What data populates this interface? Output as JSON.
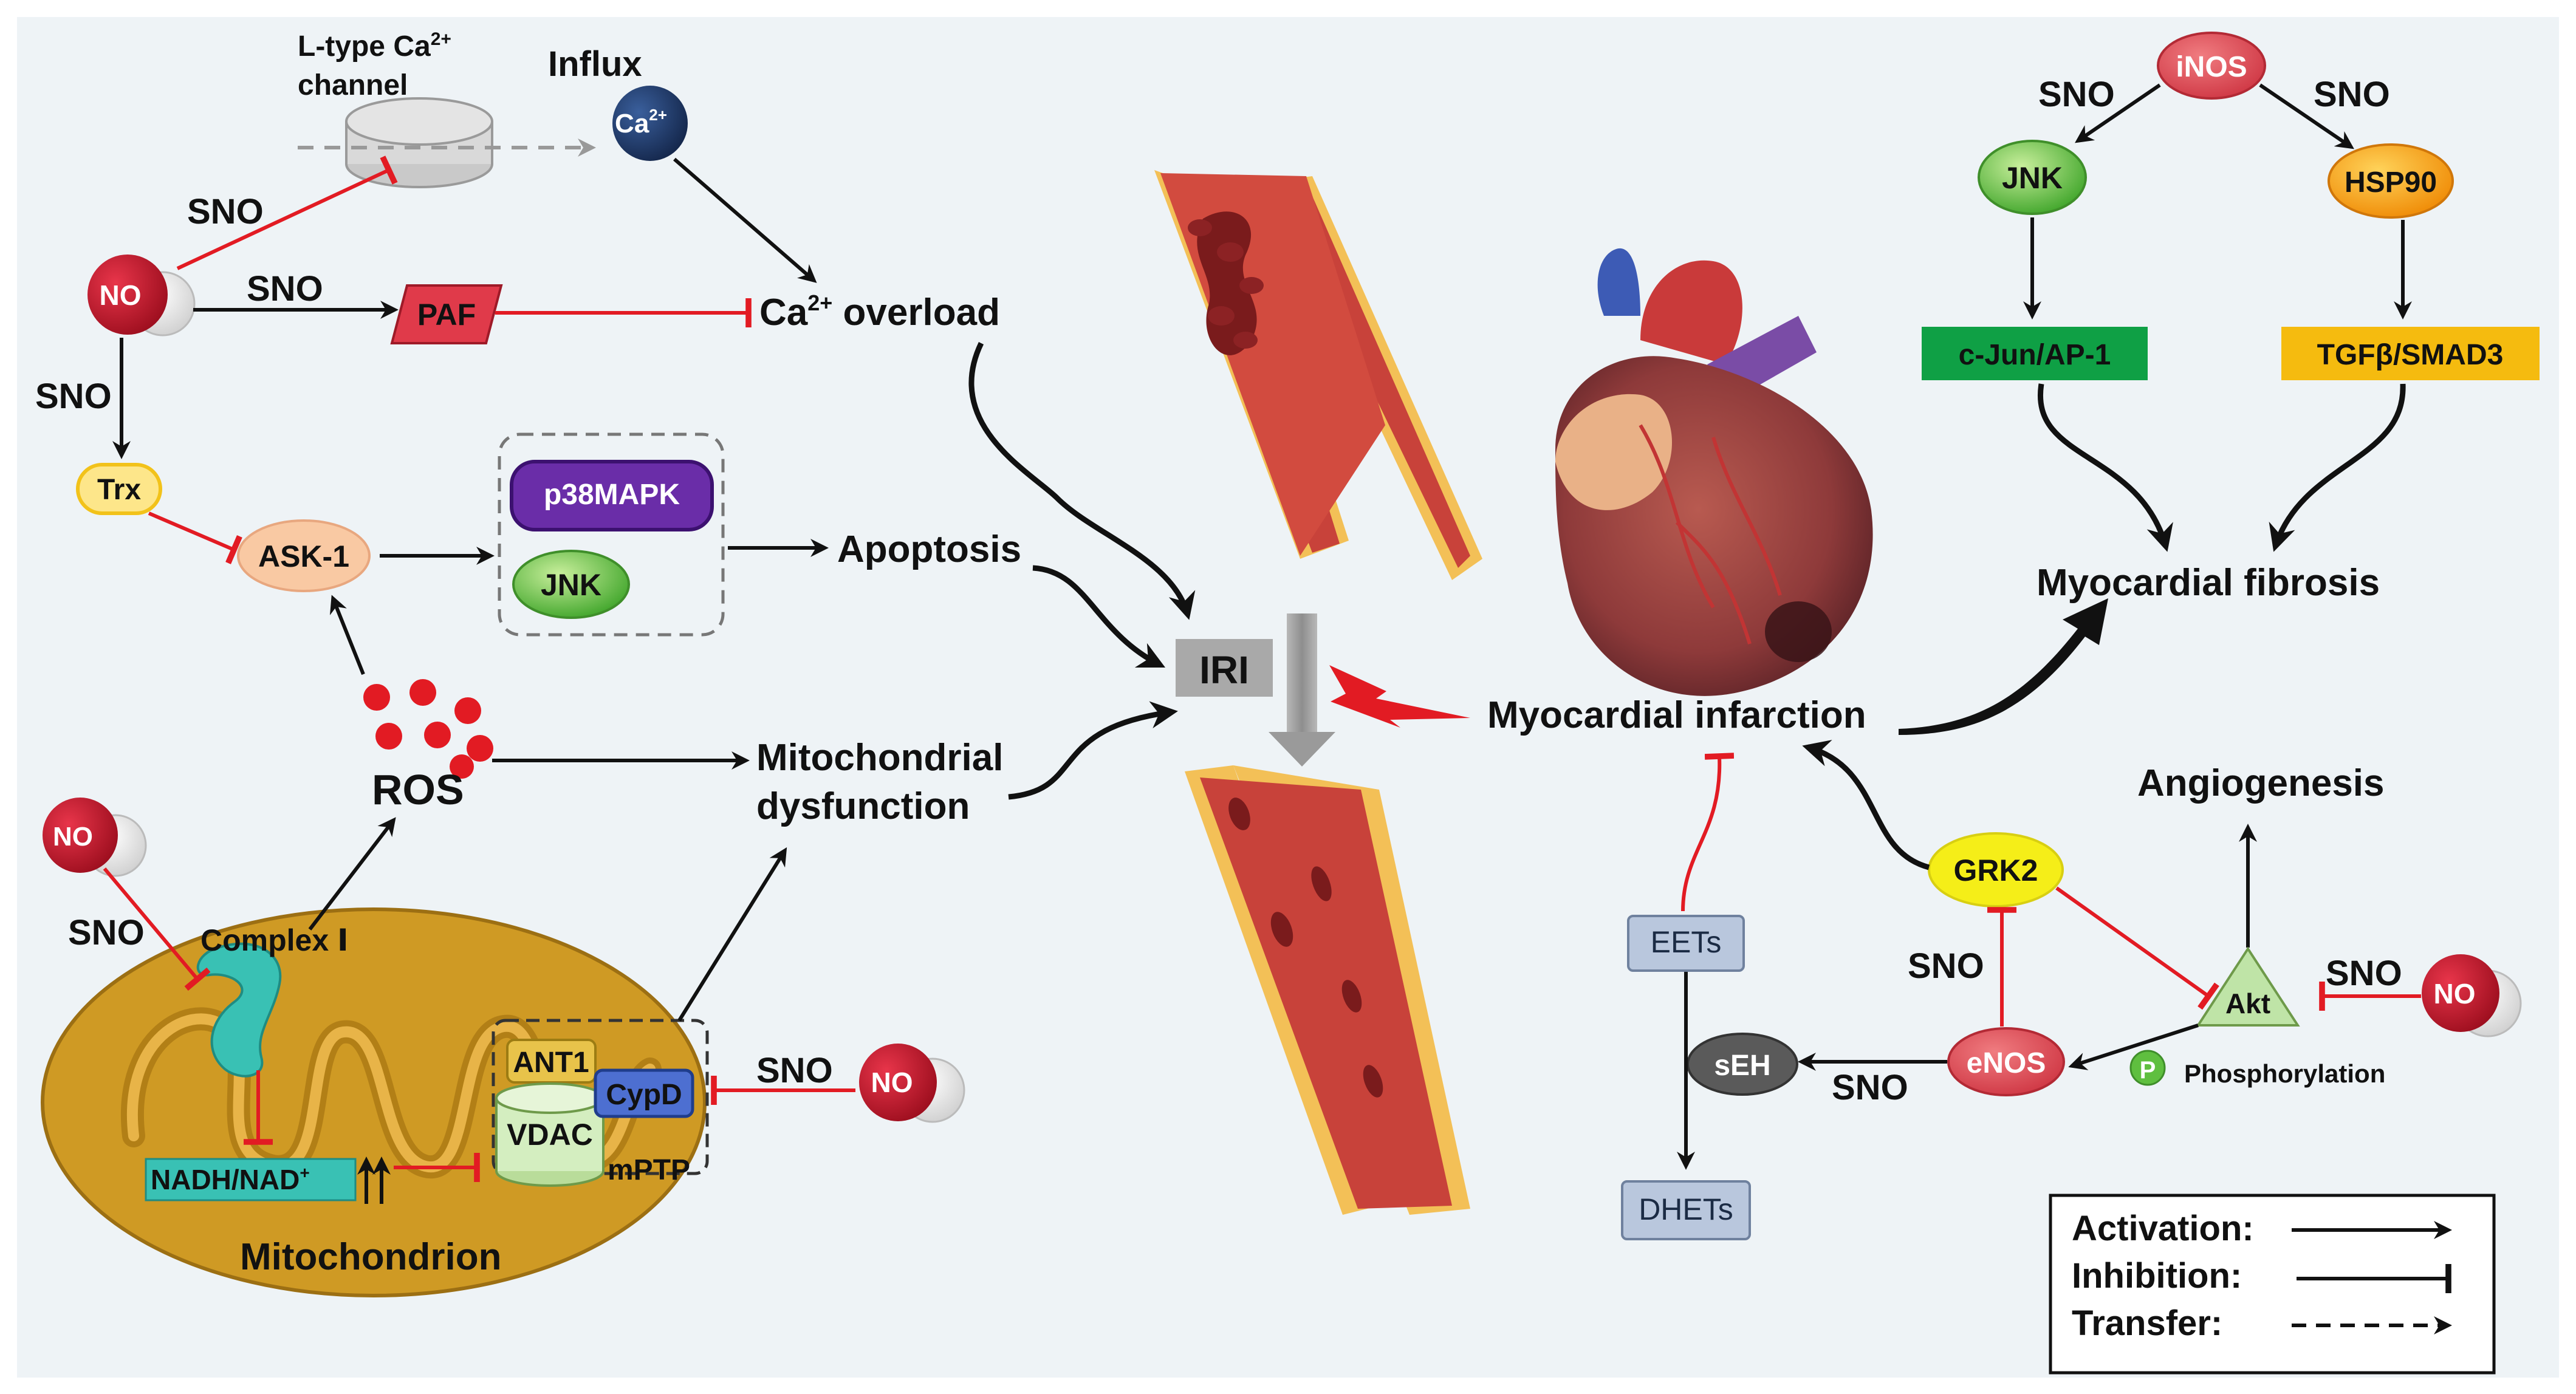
{
  "labels": {
    "l_type_channel_1": "L-type Ca",
    "l_type_channel_sup": "2+",
    "l_type_channel_2": "channel",
    "influx": "Influx",
    "ca_node": "Ca",
    "ca_node_sup": "2+",
    "ca_overload": "Ca",
    "ca_overload_sup": "2+",
    "ca_overload_rest": " overload",
    "paf": "PAF",
    "trx": "Trx",
    "ask1": "ASK-1",
    "p38mapk": "p38MAPK",
    "jnk_left": "JNK",
    "apoptosis": "Apoptosis",
    "ros": "ROS",
    "mito_dysfunction_1": "Mitochondrial",
    "mito_dysfunction_2": "dysfunction",
    "complex1": "Complex Ⅰ",
    "nadh": "NADH/NAD",
    "nadh_sup": "+",
    "ant1": "ANT1",
    "cypd": "CypD",
    "vdac": "VDAC",
    "mptp": "mPTP",
    "mitochondrion": "Mitochondrion",
    "iri": "IRI",
    "myocardial_infarction": "Myocardial infarction",
    "inos": "iNOS",
    "jnk_right": "JNK",
    "hsp90": "HSP90",
    "cjun": "c-Jun/AP-1",
    "tgfb": "TGFβ/SMAD3",
    "myocardial_fibrosis": "Myocardial fibrosis",
    "angiogenesis": "Angiogenesis",
    "grk2": "GRK2",
    "akt": "Akt",
    "enos": "eNOS",
    "eets": "EETs",
    "seh": "sEH",
    "dhets": "DHETs",
    "phosphorylation": "Phosphorylation",
    "p_badge": "P",
    "no": "NO",
    "sno": "SNO"
  },
  "legend": {
    "activation": "Activation:",
    "inhibition": "Inhibition:",
    "transfer": "Transfer:"
  },
  "colors": {
    "inhibition": "#e21b23",
    "activation": "#111111",
    "no_red": "#c41a2c",
    "jnk_green": "#5fbf3f",
    "hsp90_orange": "#f5a20f",
    "cjun_green": "#0fa045",
    "tgfb_yellow": "#f5bb0f",
    "grk2_yellow": "#f5ee18",
    "ask1_peach": "#f9c9a3",
    "p38_purple": "#6a2da8",
    "mito_brown": "#cf9a24",
    "vessel_red": "#c8423a"
  }
}
